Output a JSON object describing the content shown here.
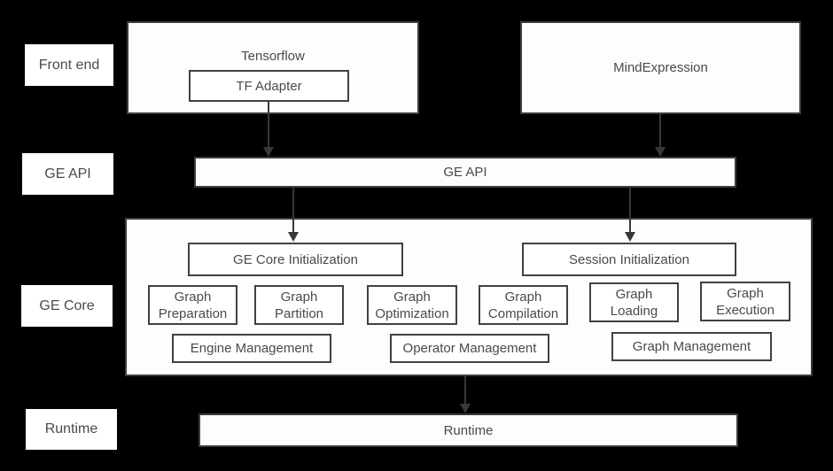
{
  "diagram": {
    "colors": {
      "background": "#000000",
      "box_fill": "#ffffff",
      "box_border": "#3c3c3c",
      "text": "#4a4a4a",
      "arrow": "#383838"
    },
    "side_labels": [
      {
        "text": "Front end"
      },
      {
        "text": "GE API"
      },
      {
        "text": "GE Core"
      },
      {
        "text": "Runtime"
      }
    ],
    "front_end": {
      "tensorflow": {
        "title": "Tensorflow",
        "child": "TF Adapter"
      },
      "mindexpression": {
        "title": "MindExpression"
      }
    },
    "ge_api_bar": {
      "label": "GE API"
    },
    "ge_core": {
      "init_boxes": [
        {
          "label": "GE Core Initialization"
        },
        {
          "label": "Session Initialization"
        }
      ],
      "stage_boxes": [
        {
          "label": "Graph Preparation"
        },
        {
          "label": "Graph Partition"
        },
        {
          "label": "Graph Optimization"
        },
        {
          "label": "Graph Compilation"
        },
        {
          "label": "Graph Loading"
        },
        {
          "label": "Graph Execution"
        }
      ],
      "management_boxes": [
        {
          "label": "Engine Management"
        },
        {
          "label": "Operator Management"
        },
        {
          "label": "Graph Management"
        }
      ]
    },
    "runtime_bar": {
      "label": "Runtime"
    }
  }
}
